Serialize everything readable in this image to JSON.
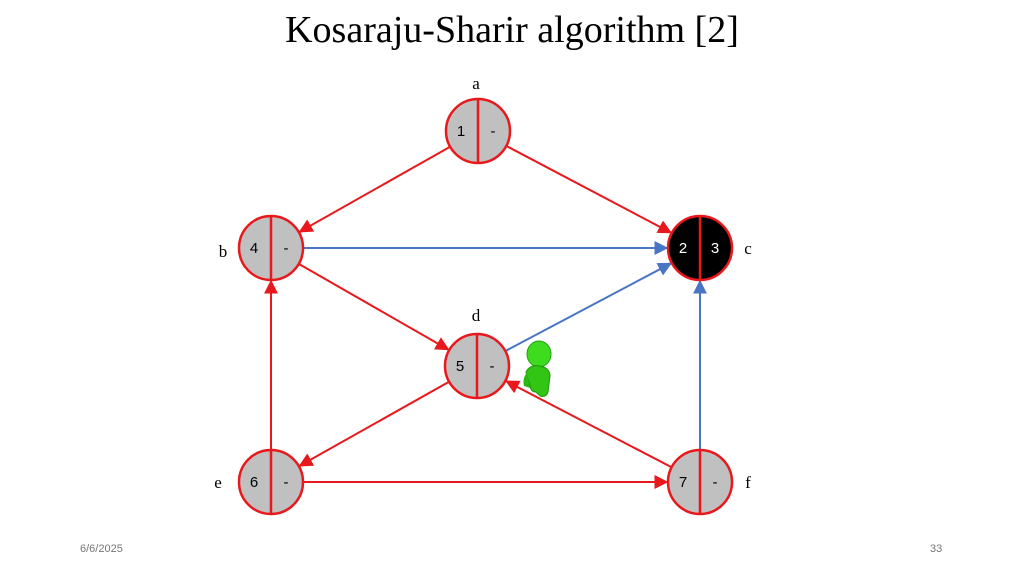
{
  "slide": {
    "title": "Kosaraju-Sharir algorithm [2]",
    "date": "6/6/2025",
    "page": "33"
  },
  "colors": {
    "tree_edge": "#e8191c",
    "other_edge": "#4a74c4",
    "node_fill": "#c0c0c0",
    "node_done_fill": "#000000",
    "node_stroke": "#e8191c",
    "cursor_figure": "#2ecc1a"
  },
  "graph": {
    "nodes": [
      {
        "id": "a",
        "label": "a",
        "discovery": "1",
        "finish": "-",
        "state": "active"
      },
      {
        "id": "b",
        "label": "b",
        "discovery": "4",
        "finish": "-",
        "state": "active"
      },
      {
        "id": "c",
        "label": "c",
        "discovery": "2",
        "finish": "3",
        "state": "finished"
      },
      {
        "id": "d",
        "label": "d",
        "discovery": "5",
        "finish": "-",
        "state": "active"
      },
      {
        "id": "e",
        "label": "e",
        "discovery": "6",
        "finish": "-",
        "state": "active"
      },
      {
        "id": "f",
        "label": "f",
        "discovery": "7",
        "finish": "-",
        "state": "active"
      }
    ],
    "edges": [
      {
        "from": "a",
        "to": "b",
        "kind": "tree"
      },
      {
        "from": "a",
        "to": "c",
        "kind": "tree"
      },
      {
        "from": "b",
        "to": "c",
        "kind": "other"
      },
      {
        "from": "b",
        "to": "d",
        "kind": "tree"
      },
      {
        "from": "d",
        "to": "c",
        "kind": "other"
      },
      {
        "from": "d",
        "to": "e",
        "kind": "tree"
      },
      {
        "from": "e",
        "to": "b",
        "kind": "tree"
      },
      {
        "from": "e",
        "to": "f",
        "kind": "tree"
      },
      {
        "from": "f",
        "to": "d",
        "kind": "tree"
      },
      {
        "from": "f",
        "to": "c",
        "kind": "other"
      }
    ],
    "current_marker": "person-figure-at-d"
  }
}
